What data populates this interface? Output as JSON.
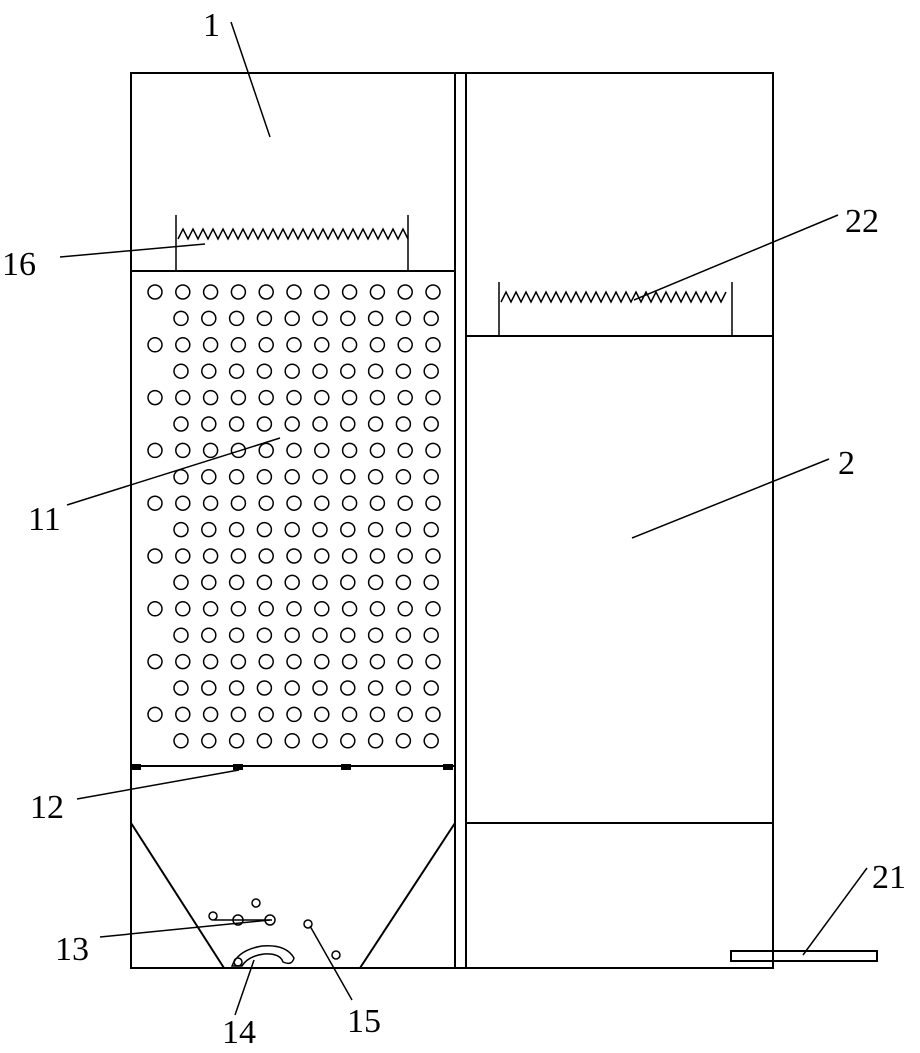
{
  "labels": {
    "l1": "1",
    "l2": "2",
    "l11": "11",
    "l12": "12",
    "l13": "13",
    "l14": "14",
    "l15": "15",
    "l16": "16",
    "l21": "21",
    "l22": "22"
  },
  "colors": {
    "line": "#000000",
    "background": "#ffffff"
  }
}
